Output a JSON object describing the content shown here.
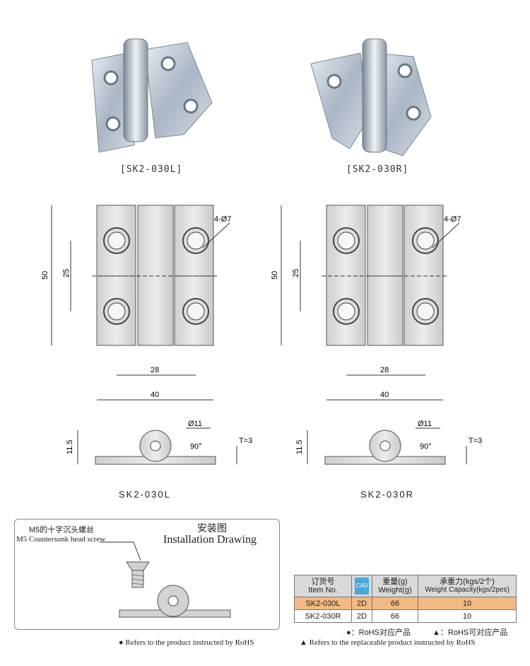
{
  "products": [
    {
      "caption": "[SK2-030L]",
      "model": "SK2-030L"
    },
    {
      "caption": "[SK2-030R]",
      "model": "SK2-030R"
    }
  ],
  "dimensions": {
    "holes": "4-Ø7",
    "height": "50",
    "hole_pitch_v": "25",
    "hole_pitch_h": "28",
    "width": "40",
    "barrel_dia": "Ø11",
    "angle": "90°",
    "thickness": "T=3",
    "barrel_height": "11.5"
  },
  "installation": {
    "screw_cn": "M5的十字沉头螺丝",
    "screw_en": "M5 Countersunk head screw",
    "title_cn": "安装图",
    "title_en": "Installation Drawing"
  },
  "table": {
    "headers": [
      {
        "cn": "订货号",
        "en": "Item No."
      },
      {
        "cn": "CAD",
        "en": ""
      },
      {
        "cn": "重量(g)",
        "en": "Weight(g)"
      },
      {
        "cn": "承重力(kgs/2个)",
        "en": "Weight Capacity(kgs/2pes)"
      }
    ],
    "rows": [
      {
        "item": "SK2-030L",
        "cad": "2D",
        "weight": "66",
        "capacity": "10"
      },
      {
        "item": "SK2-030R",
        "cad": "2D",
        "weight": "66",
        "capacity": "10"
      }
    ]
  },
  "legend": {
    "rohs_cn": "●：RoHS对应产品",
    "rohs_replace_cn": "▲：RoHS可对应产品",
    "rohs_en": "● Refers to the product instructed by RoHS",
    "rohs_replace_en": "▲ Refers to the replaceable product instructed by RoHS"
  },
  "colors": {
    "accent_green": "#2aa23a",
    "highlight_row": "#f2b982",
    "cad_icon": "#4aa8d8"
  }
}
